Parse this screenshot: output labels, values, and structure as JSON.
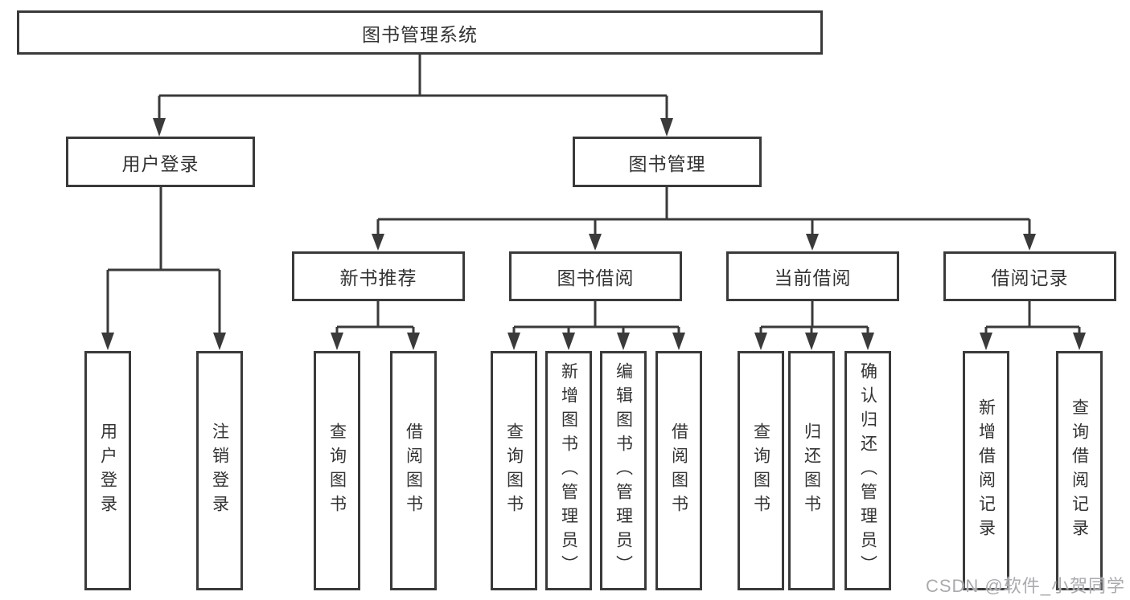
{
  "diagram": {
    "root_label": "图书管理系统",
    "level2": {
      "user_login": "用户登录",
      "book_management": "图书管理"
    },
    "level3": {
      "new_book_recommend": "新书推荐",
      "book_borrow": "图书借阅",
      "current_borrow": "当前借阅",
      "borrow_records": "借阅记录"
    },
    "user_login_children": [
      "用户登录",
      "注销登录"
    ],
    "new_book_children": [
      "查询图书",
      "借阅图书"
    ],
    "book_borrow_children": [
      "查询图书",
      "新增图书（管理员）",
      "编辑图书（管理员）",
      "借阅图书"
    ],
    "current_borrow_children": [
      "查询图书",
      "归还图书",
      "确认归还（管理员）"
    ],
    "borrow_record_children": [
      "新增借阅记录",
      "查询借阅记录"
    ],
    "watermark": "CSDN @软件_小贺同学",
    "colors": {
      "line": "#3a3a3a",
      "text": "#333333",
      "node_background": "#ffffff",
      "watermark": "#aaaab0"
    }
  }
}
